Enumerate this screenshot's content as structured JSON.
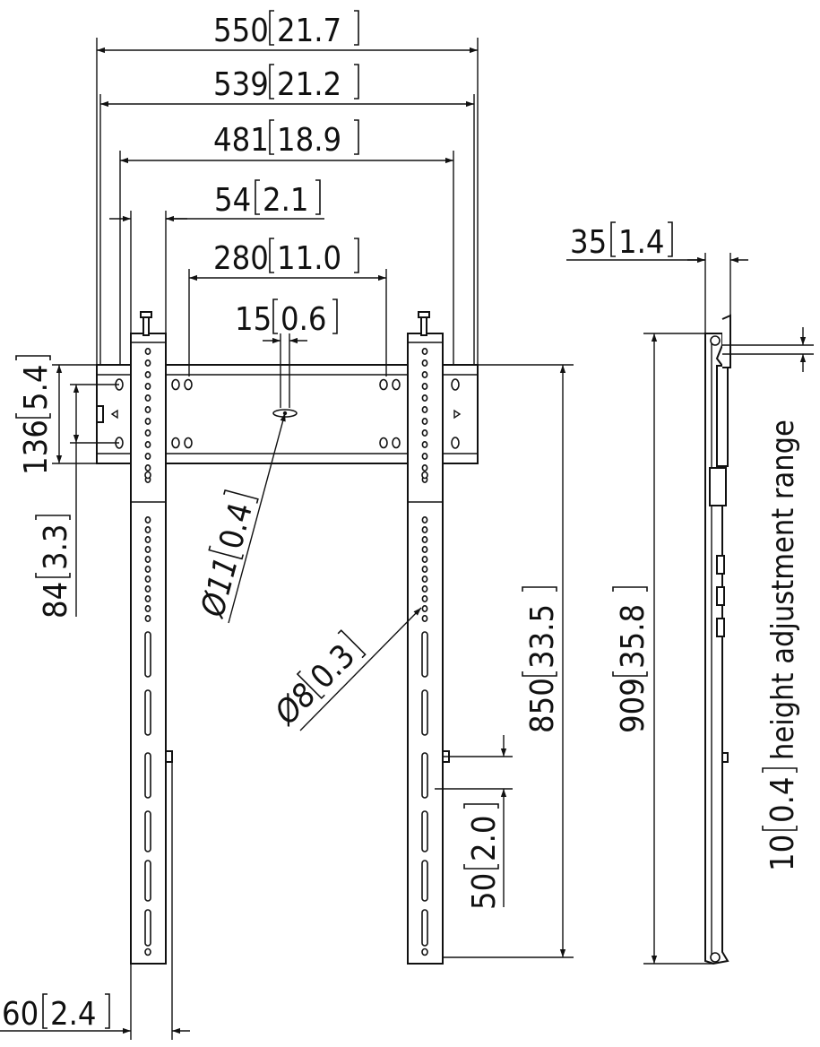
{
  "dimensions": {
    "overall_width": {
      "mm": "550",
      "in": "21.7"
    },
    "plate_width": {
      "mm": "539",
      "in": "21.2"
    },
    "rail_spacing": {
      "mm": "481",
      "in": "18.9"
    },
    "rail_width": {
      "mm": "54",
      "in": "2.1"
    },
    "hole_spacing": {
      "mm": "280",
      "in": "11.0"
    },
    "center_slot": {
      "mm": "15",
      "in": "0.6"
    },
    "plate_height": {
      "mm": "136",
      "in": "5.4"
    },
    "hole_vertical": {
      "mm": "84",
      "in": "3.3"
    },
    "hole_diameter_large": {
      "prefix": "Ø11",
      "in": "0.4"
    },
    "hole_diameter_small": {
      "prefix": "Ø8",
      "in": "0.3"
    },
    "rail_height": {
      "mm": "850",
      "in": "33.5"
    },
    "hook_spacing": {
      "mm": "50",
      "in": "2.0"
    },
    "foot_width": {
      "mm": "60",
      "in": "2.4"
    },
    "depth": {
      "mm": "35",
      "in": "1.4"
    },
    "total_height": {
      "mm": "909",
      "in": "35.8"
    },
    "height_adjustment": {
      "mm": "10",
      "in": "0.4",
      "label": "height adjustment range"
    }
  }
}
